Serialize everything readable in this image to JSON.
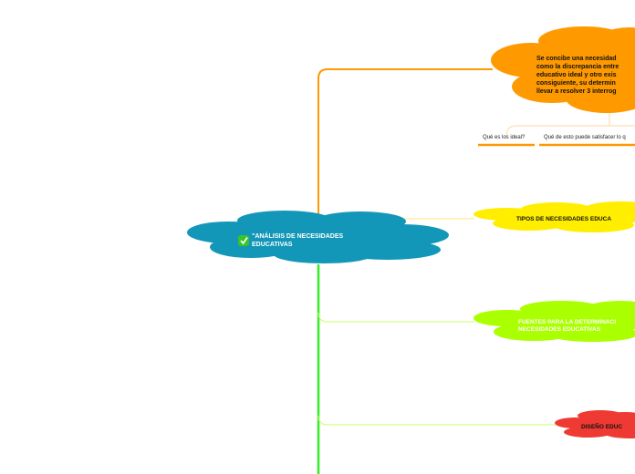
{
  "central": {
    "title": "\"ANÁLISIS DE NECESIDADES\nEDUCATIVAS",
    "icon": "check-icon",
    "color": "#1397b8"
  },
  "definition": {
    "text": "Se concibe una necesidad\ncomo la discrepancia entre\neducativo ideal y otro exis\nconsiguiente, su determin\nllevar a resolver 3 interrog",
    "color": "#ff9900",
    "questions": [
      "Qué es los ideal?",
      "Qué de esto puede satisfacer lo q"
    ]
  },
  "tipos": {
    "text": "TIPOS DE NECESIDADES EDUCA",
    "color": "#ffee00"
  },
  "fuentes": {
    "text": "FUENTES PARA LA DETERMINACI\nNECESIDADES EDUCATIVAS",
    "color": "#aaff00"
  },
  "diseno": {
    "text": "DISEÑO EDUC",
    "color": "#ee3a33"
  },
  "colors": {
    "orange_line": "#ff9900",
    "green_line": "#33ee22",
    "yellow_line": "#ffe680",
    "lime_line": "#ccff66",
    "check": "#39c42a"
  }
}
